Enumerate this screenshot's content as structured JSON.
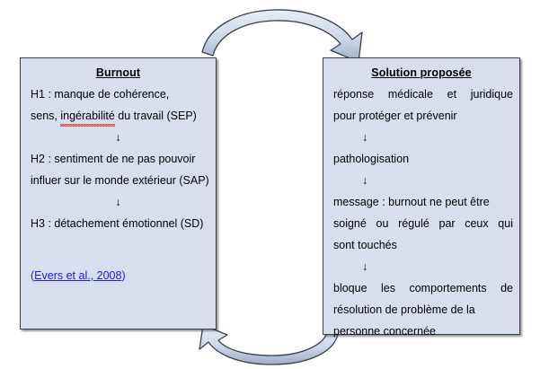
{
  "figure": {
    "type": "cycle-diagram",
    "background_color": "#ffffff",
    "panel_fill_color": "#d7dfee",
    "panel_border_color": "#3b3f49",
    "arrow_fill_color": "#c5d0e3",
    "arrow_outline_color": "#3b3f49",
    "link_color": "#1d1dd6",
    "spellcheck_underline_color": "#e04a3a"
  },
  "left_panel": {
    "title": "Burnout",
    "lines": [
      "H1 : manque de cohérence,",
      "sens, ingérabilité du travail (SEP)",
      "↓",
      "H2 : sentiment de ne pas pouvoir",
      "influer sur le monde extérieur (SAP)",
      "↓",
      "H3 : détachement émotionnel (SD)"
    ],
    "line1": "H1 : manque de cohérence,",
    "line2_prefix": "sens, ",
    "line2_misspelled": "ingérabilité",
    "line2_suffix": " du travail (SEP)",
    "arrow_glyph": "↓",
    "line3": "H2 : sentiment de ne pas pouvoir",
    "line4": "influer sur le monde extérieur (SAP)",
    "line5": "H3 : détachement émotionnel (SD)",
    "citation_open": "(",
    "citation_link": "Evers et al., 2008",
    "citation_close": ")"
  },
  "right_panel": {
    "title": "Solution proposée",
    "lines": [
      "réponse médicale et juridique",
      "pour protéger et prévenir",
      "↓",
      "pathologisation",
      "↓",
      "message : burnout ne peut être",
      "soigné ou régulé par ceux qui",
      "sont touchés",
      "↓",
      "bloque les comportements de",
      "résolution de problème de la",
      "personne concernée"
    ],
    "line1": "réponse médicale et juridique",
    "line2": "pour protéger et prévenir",
    "arrow_glyph": "↓",
    "line3": "pathologisation",
    "line4": "message : burnout ne peut être",
    "line5": "soigné ou régulé par ceux qui",
    "line6": "sont touchés",
    "line7": "bloque les comportements de",
    "line8": "résolution de problème de la",
    "line9": " personne concernée"
  },
  "arrows": {
    "top": {
      "name": "top-curved-arrow",
      "direction": "left-to-right",
      "description": "curved arrow from Burnout panel to Solution proposée panel"
    },
    "bottom": {
      "name": "bottom-curved-arrow",
      "direction": "right-to-left",
      "description": "curved arrow from Solution proposée panel back to Burnout panel"
    }
  }
}
